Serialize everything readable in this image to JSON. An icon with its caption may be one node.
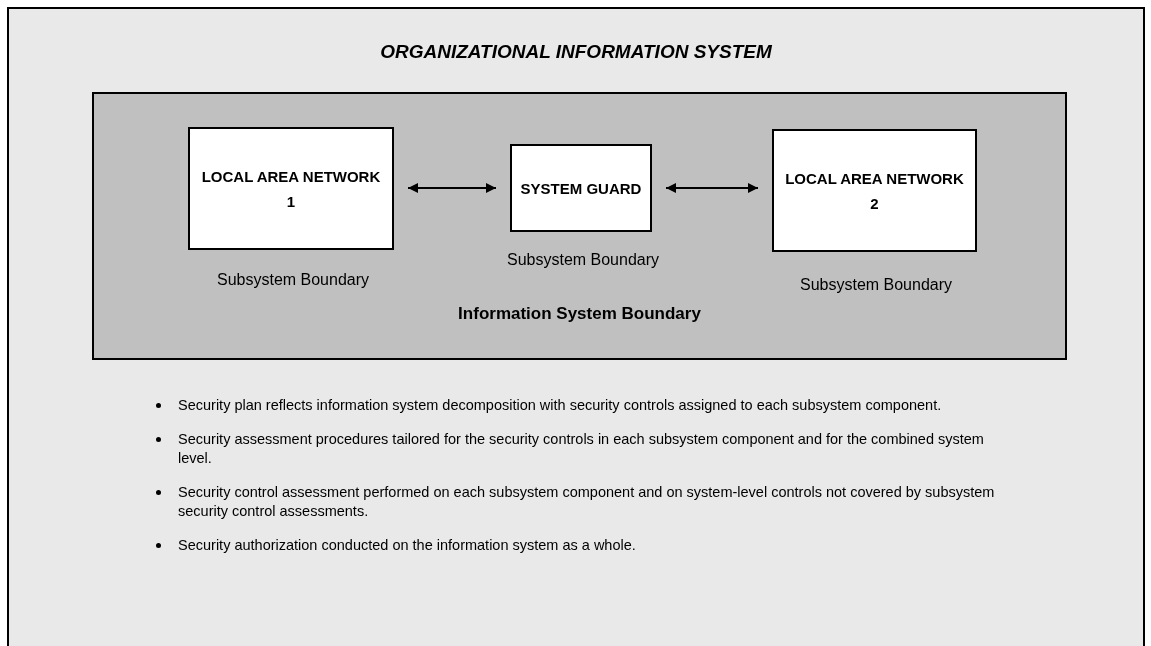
{
  "diagram": {
    "title": "ORGANIZATIONAL INFORMATION SYSTEM",
    "nodes": [
      {
        "text": [
          "Information System Boundary"
        ]
      },
      {
        "text": [
          "LOCAL AREA NETWORK 1"
        ],
        "in": 0,
        "beside": [
          "Subsystem Boundary"
        ]
      },
      {
        "text": [
          "SYSTEM GUARD"
        ],
        "in": 0,
        "beside": [
          "Subsystem Boundary"
        ]
      },
      {
        "text": [
          "LOCAL AREA NETWORK 2"
        ],
        "in": 0,
        "beside": [
          "Subsystem Boundary"
        ]
      }
    ],
    "edges": [
      {
        "from": 1,
        "to": 2,
        "arrow": "both"
      },
      {
        "from": 2,
        "to": 3,
        "arrow": "both"
      }
    ],
    "labels": [
      "Security plan reflects information system decomposition with security controls assigned to each subsystem component.",
      "Security assessment procedures tailored for the security controls in each subsystem component and for the combined system level.",
      "Security control assessment performed on each subsystem component and on system-level controls not covered by subsystem security control assessments.",
      "Security authorization conducted on the information system as a whole."
    ]
  }
}
